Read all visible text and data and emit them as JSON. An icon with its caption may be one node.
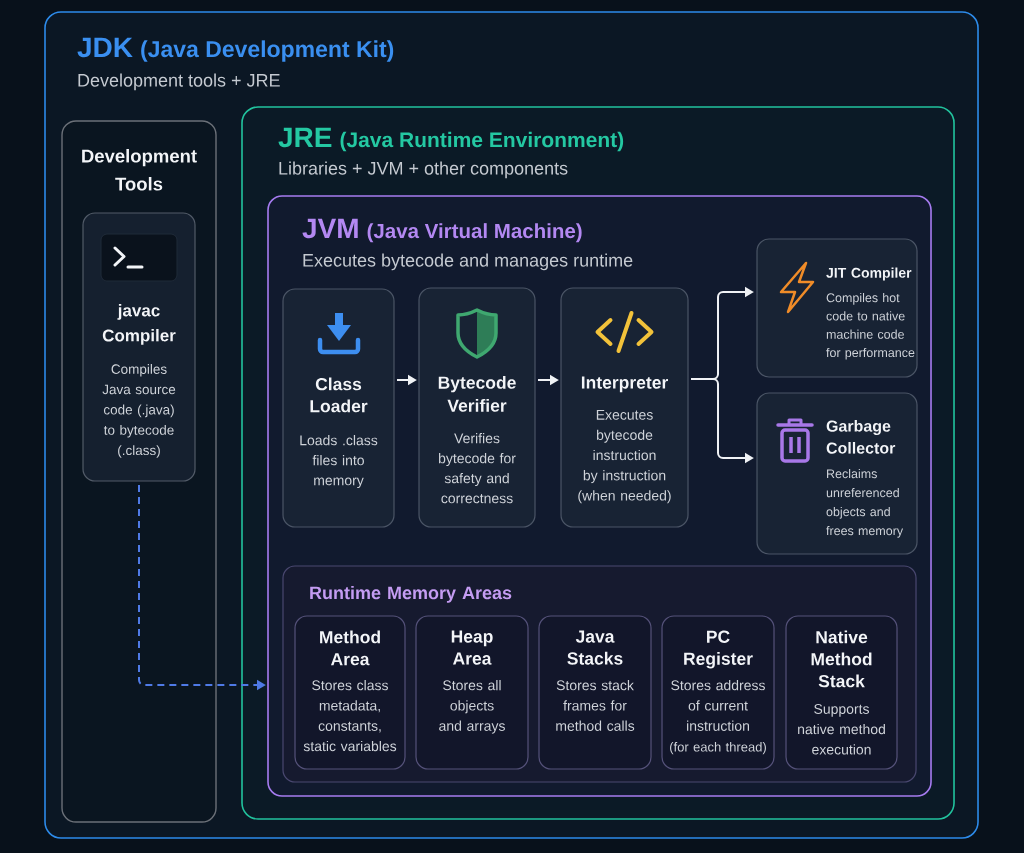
{
  "diagram": {
    "nodes": [
      {
        "text": [
          "JDK",
          "(Java Development Kit)",
          "Development tools + JRE"
        ]
      },
      {
        "text": [
          "Development Tools"
        ],
        "in": 0
      },
      {
        "text": [
          "javac Compiler",
          "Compiles Java source code (.java) to bytecode (.class)"
        ],
        "in": 1
      },
      {
        "text": [
          "JRE",
          "(Java Runtime Environment)",
          "Libraries + JVM + other components"
        ],
        "in": 0
      },
      {
        "text": [
          "JVM",
          "(Java Virtual Machine)",
          "Executes bytecode and manages runtime"
        ],
        "in": 3
      },
      {
        "text": [
          "Class Loader",
          "Loads .class files into memory"
        ],
        "in": 4
      },
      {
        "text": [
          "Bytecode Verifier",
          "Verifies bytecode for safety and correctness"
        ],
        "in": 4
      },
      {
        "text": [
          "Interpreter",
          "Executes bytecode instruction by instruction (when needed)"
        ],
        "in": 4
      },
      {
        "text": [
          "JIT Compiler",
          "Compiles hot code to native machine code for performance"
        ],
        "in": 4
      },
      {
        "text": [
          "Garbage Collector",
          "Reclaims unreferenced objects and frees memory"
        ],
        "in": 4
      },
      {
        "text": [
          "Runtime Memory Areas"
        ],
        "in": 4
      },
      {
        "text": [
          "Method Area",
          "Stores class metadata, constants, static variables"
        ],
        "in": 10
      },
      {
        "text": [
          "Heap Area",
          "Stores all objects and arrays"
        ],
        "in": 10
      },
      {
        "text": [
          "Java Stacks",
          "Stores stack frames for method calls"
        ],
        "in": 10
      },
      {
        "text": [
          "PC Register",
          "Stores address of current instruction",
          "(for each thread)"
        ],
        "in": 10
      },
      {
        "text": [
          "Native Method Stack",
          "Supports native method execution"
        ],
        "in": 10
      }
    ],
    "edges": [
      {
        "from": 5,
        "to": 6,
        "arrow": "to"
      },
      {
        "from": 6,
        "to": 7,
        "arrow": "to"
      },
      {
        "from": 7,
        "to": 8,
        "arrow": "to"
      },
      {
        "from": 7,
        "to": 9,
        "arrow": "to"
      },
      {
        "from": 2,
        "to": 4,
        "arrow": "to",
        "style": "dashed",
        "color": "#4f7ae6"
      }
    ]
  }
}
